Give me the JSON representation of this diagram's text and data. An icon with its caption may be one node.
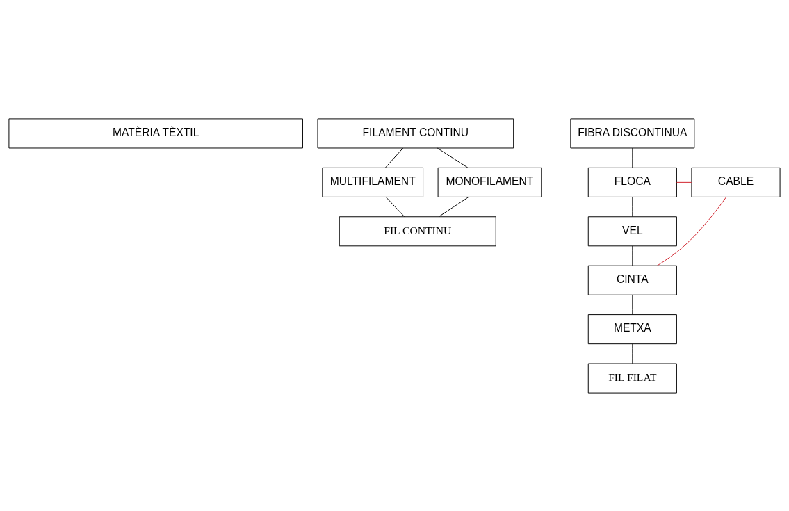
{
  "diagram": {
    "nodes": [
      {
        "text": [
          "MATÈRIA TÈXTIL"
        ]
      },
      {
        "text": [
          "FILAMENT CONTINU"
        ]
      },
      {
        "text": [
          "FIBRA DISCONTINUA"
        ]
      },
      {
        "text": [
          "MULTIFILAMENT"
        ]
      },
      {
        "text": [
          "MONOFILAMENT"
        ]
      },
      {
        "text": [
          "CABLE"
        ]
      },
      {
        "text": [
          "FLOCA"
        ]
      },
      {
        "text": [
          "FIL CONTINU"
        ]
      },
      {
        "text": [
          "VEL"
        ]
      },
      {
        "text": [
          "CINTA"
        ]
      },
      {
        "text": [
          "METXA"
        ]
      },
      {
        "text": [
          "FIL FILAT"
        ]
      }
    ],
    "edges": [
      {
        "from": 1,
        "to": 3,
        "arrow": "none"
      },
      {
        "from": 1,
        "to": 4,
        "arrow": "none"
      },
      {
        "from": 3,
        "to": 7,
        "arrow": "none"
      },
      {
        "from": 4,
        "to": 7,
        "arrow": "none"
      },
      {
        "from": 2,
        "to": 6,
        "arrow": "none"
      },
      {
        "from": 5,
        "to": 6,
        "arrow": "none",
        "color": "#d0202a"
      },
      {
        "from": 5,
        "to": 9,
        "arrow": "none",
        "color": "#d0202a"
      },
      {
        "from": 6,
        "to": 8,
        "arrow": "none"
      },
      {
        "from": 8,
        "to": 9,
        "arrow": "none"
      },
      {
        "from": 9,
        "to": 10,
        "arrow": "none"
      },
      {
        "from": 10,
        "to": 11,
        "arrow": "none"
      }
    ]
  }
}
